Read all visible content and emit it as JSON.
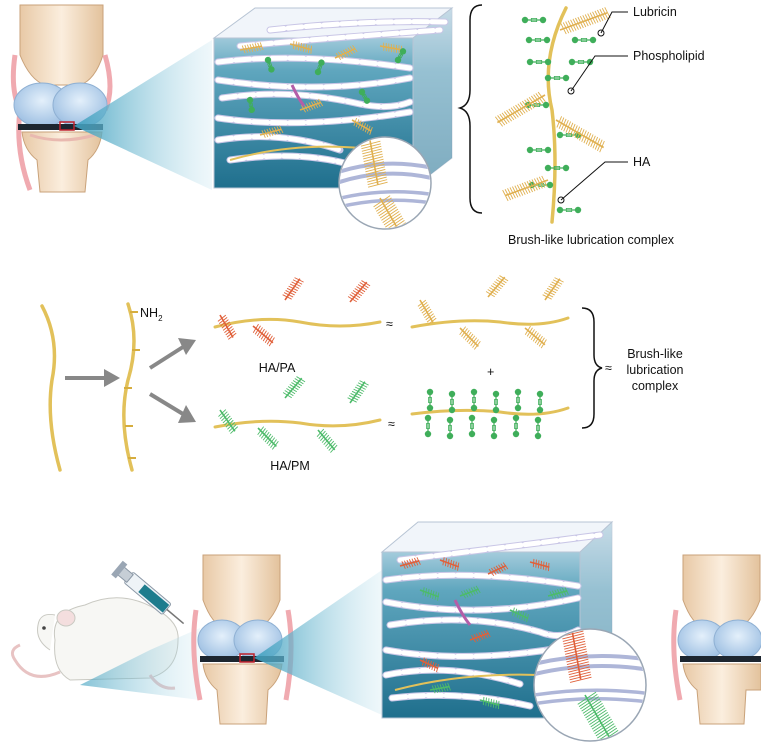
{
  "panel_top": {
    "callouts": {
      "lubricin": "Lubricin",
      "phospholipid": "Phospholipid",
      "ha": "HA"
    },
    "caption": "Brush-like lubrication complex"
  },
  "panel_middle": {
    "amine_label": "NH",
    "amine_subscript": "2",
    "ha_pa_label": "HA/PA",
    "ha_pm_label": "HA/PM",
    "approx_symbol": "≈",
    "plus_symbol": "+",
    "result_line1": "Brush-like",
    "result_line2": "lubrication",
    "result_line3": "complex"
  },
  "colors": {
    "ha_chain": "#e2c15a",
    "lubricin": "#e0b050",
    "brush_red": "#e0603a",
    "brush_green": "#4dbb6a",
    "phospholipid": "#3fae5a",
    "bone": "#f5e2c8",
    "cartilage": "#b8d3ee",
    "capsule": "#f0aab0",
    "fiber": "#ffffff",
    "fiber_band": "#9d96cf",
    "matrix": "#2b7f9a"
  }
}
